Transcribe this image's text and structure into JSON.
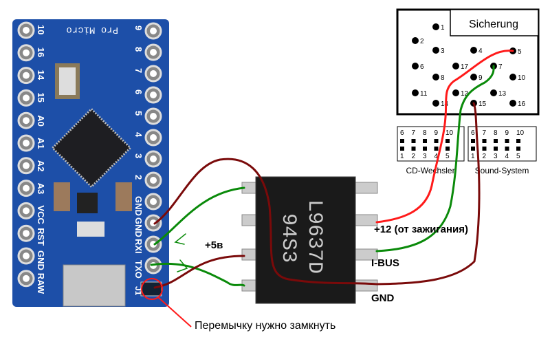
{
  "board": {
    "title": "Pro Micro",
    "left_pins": [
      "10",
      "16",
      "14",
      "15",
      "A0",
      "A1",
      "A2",
      "A3",
      "VCC",
      "RST",
      "GND",
      "RAW"
    ],
    "right_pins": [
      "9",
      "8",
      "7",
      "6",
      "5",
      "4",
      "3",
      "2",
      "GND",
      "GND",
      "RXI",
      "TXO"
    ],
    "jumper_label": "J1"
  },
  "chip": {
    "line1": "L9637D",
    "line2": "94S3"
  },
  "connector": {
    "fuse_label": "Sicherung",
    "pins": [
      "1",
      "2",
      "3",
      "4",
      "5",
      "6",
      "17",
      "7",
      "8",
      "9",
      "10",
      "11",
      "12",
      "13",
      "14",
      "15",
      "16"
    ],
    "cd_changer_label": "CD-Wechsler",
    "sound_system_label": "Sound-System",
    "sub_top": [
      "6",
      "7",
      "8",
      "9",
      "10"
    ],
    "sub_bottom": [
      "1",
      "2",
      "3",
      "4",
      "5"
    ]
  },
  "labels": {
    "plus12": "+12 (от зажигания)",
    "ibus": "I-BUS",
    "gnd": "GND",
    "plus5": "+5в",
    "jumper_note": "Перемычку нужно замкнуть"
  },
  "colors": {
    "board": "#1d4fa8",
    "red": "#ff1a1a",
    "green": "#0a8a0a",
    "darkred": "#7a0a0a"
  }
}
